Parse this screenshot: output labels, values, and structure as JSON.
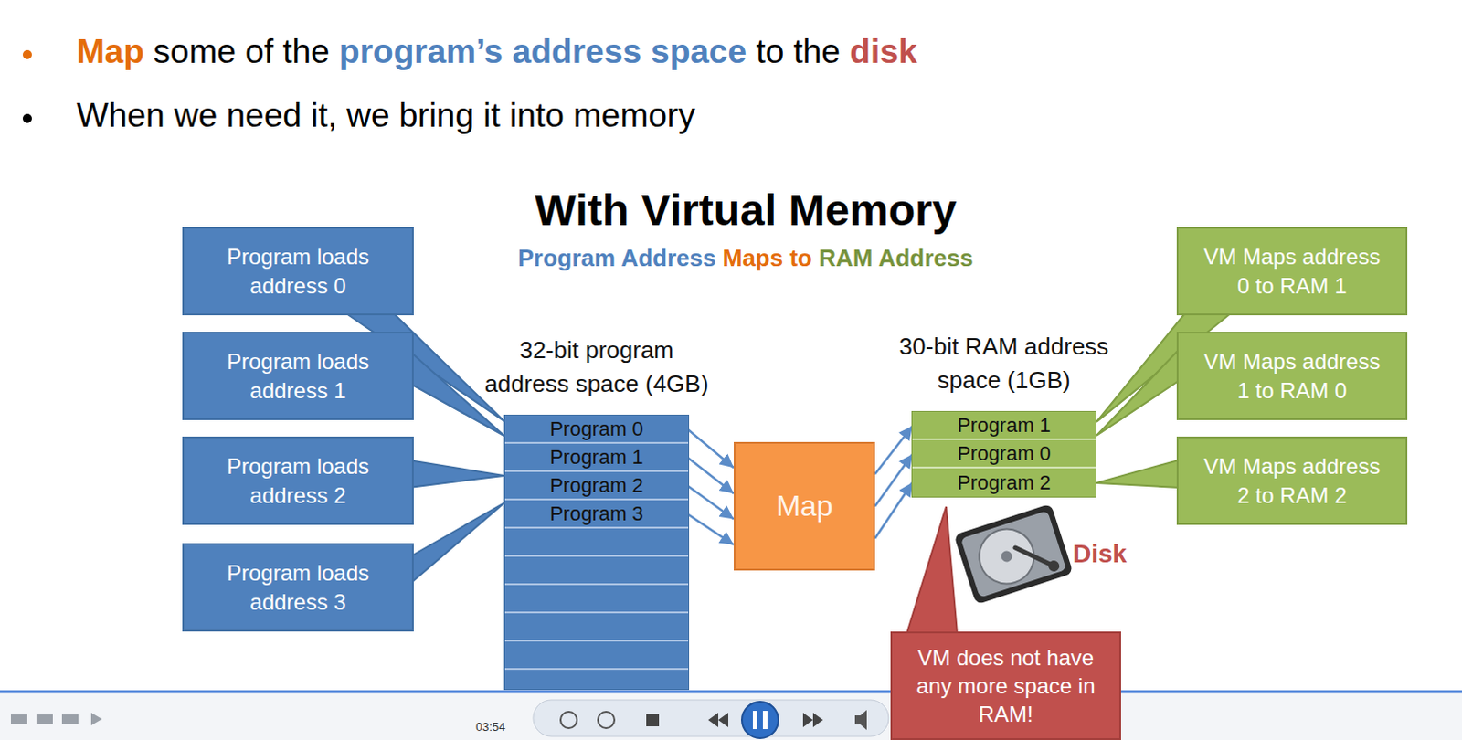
{
  "diagram": {
    "title": "With Virtual Memory",
    "nodes": [
      {
        "text": [
          "Program loads address 0"
        ]
      },
      {
        "text": [
          "Program loads address 1"
        ]
      },
      {
        "text": [
          "Program loads address 2"
        ]
      },
      {
        "text": [
          "Program loads address 3"
        ]
      },
      {
        "text": [
          "32-bit program address space (4GB)"
        ]
      },
      {
        "text": [
          "Program 0"
        ],
        "in": 4
      },
      {
        "text": [
          "Program 1"
        ],
        "in": 4
      },
      {
        "text": [
          "Program 2"
        ],
        "in": 4
      },
      {
        "text": [
          "Program 3"
        ],
        "in": 4
      },
      {
        "text": [
          "Map"
        ]
      },
      {
        "text": [
          "30-bit RAM address space (1GB)"
        ]
      },
      {
        "text": [
          "Program 1"
        ],
        "in": 10
      },
      {
        "text": [
          "Program 0"
        ],
        "in": 10
      },
      {
        "text": [
          "Program 2"
        ],
        "in": 10
      },
      {
        "text": [
          "VM Maps address 0 to RAM 1"
        ]
      },
      {
        "text": [
          "VM Maps address 1 to RAM 0"
        ]
      },
      {
        "text": [
          "VM Maps address 2 to RAM 2"
        ]
      },
      {
        "text": [
          "VM does not have any more space in RAM!"
        ]
      }
    ],
    "edges": [
      {
        "from": 5,
        "to": 9,
        "arrow": "to"
      },
      {
        "from": 6,
        "to": 9,
        "arrow": "to"
      },
      {
        "from": 7,
        "to": 9,
        "arrow": "to"
      },
      {
        "from": 8,
        "to": 9,
        "arrow": "to"
      },
      {
        "from": 9,
        "to": 11,
        "arrow": "to"
      },
      {
        "from": 9,
        "to": 12,
        "arrow": "to"
      },
      {
        "from": 9,
        "to": 13,
        "arrow": "to"
      }
    ],
    "labels": [
      "Map",
      "some of the",
      "program’s address space",
      "to the",
      "disk",
      "When we need it, we bring it into memory",
      "Program Address",
      "Maps to",
      "RAM Address",
      "Disk",
      "03:54"
    ]
  }
}
